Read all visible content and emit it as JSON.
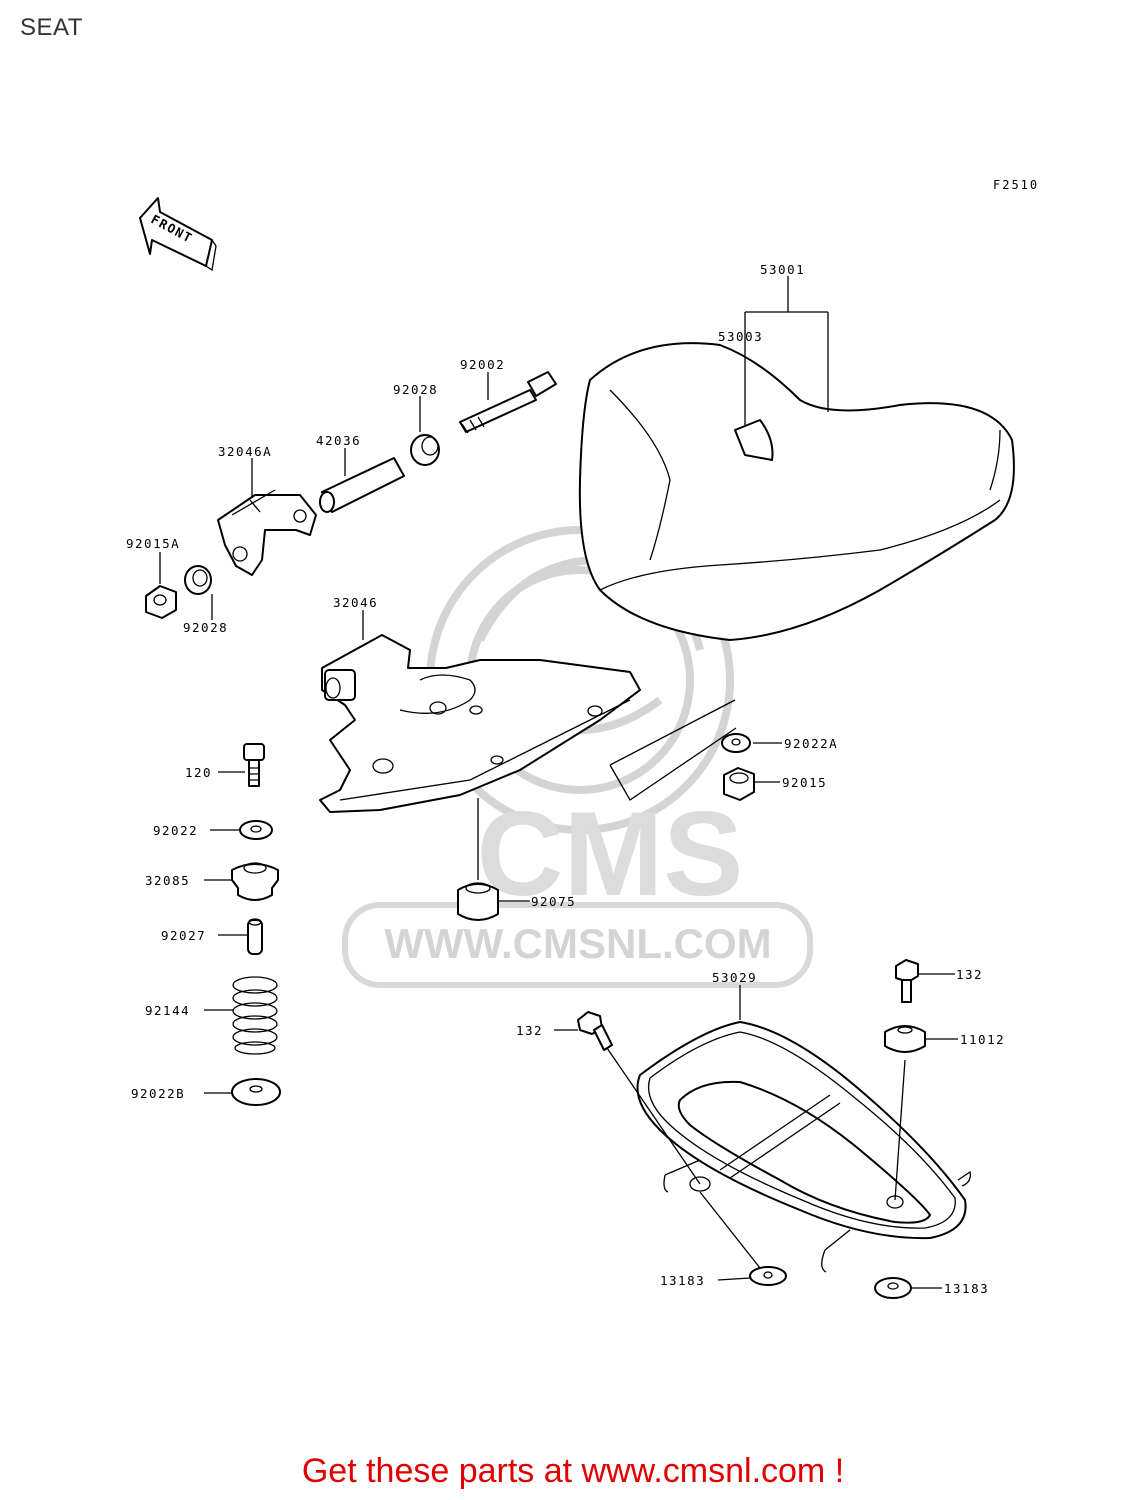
{
  "page": {
    "title": "SEAT",
    "figure_code": "F2510"
  },
  "front_arrow": {
    "label": "FRONT"
  },
  "watermark": {
    "brand": "CMS",
    "url": "WWW.CMSNL.COM"
  },
  "parts": {
    "p53001": "53001",
    "p53003": "53003",
    "p92002": "92002",
    "p92028_top": "92028",
    "p42036": "42036",
    "p32046A": "32046A",
    "p92015A": "92015A",
    "p92028_bottom": "92028",
    "p32046": "32046",
    "p92022A": "92022A",
    "p92015": "92015",
    "p120": "120",
    "p92022": "92022",
    "p32085": "32085",
    "p92027": "92027",
    "p92144": "92144",
    "p92022B": "92022B",
    "p92075": "92075",
    "p53029": "53029",
    "p132_right": "132",
    "p132_left": "132",
    "p11012": "11012",
    "p13183_left": "13183",
    "p13183_right": "13183"
  },
  "cta": {
    "text": "Get these parts at www.cmsnl.com !",
    "color": "#e00000"
  }
}
